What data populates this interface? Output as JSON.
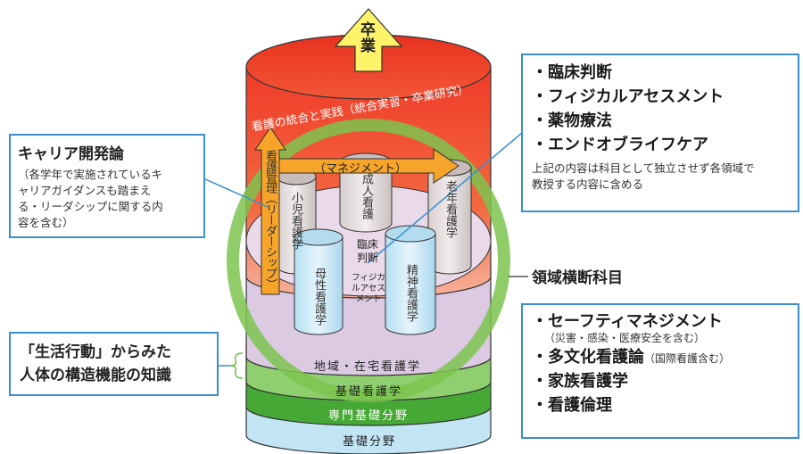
{
  "top_arrow": "卒業",
  "integration": "看護の統合と実践（統合実習・卒業研究）",
  "management_arrow": "（マネジメント）",
  "leadership_arrow": "看護管理（リーダーシップ）",
  "pillars": {
    "pediatric": "小児看護学",
    "adult": "成人看護",
    "gerontological": "老年看護学",
    "maternal": "母性看護学",
    "psychiatric": "精神看護学",
    "clinical_judgment": "臨床判断",
    "physical_assessment": "フィジカルアセスメント"
  },
  "layers": {
    "community": "地域・在宅看護学",
    "basic_nursing": "基礎看護学",
    "specialized_basic": "専門基礎分野",
    "basic_field": "基礎分野"
  },
  "career_box": {
    "title": "キャリア開発論",
    "lines": [
      "（各学年で実施されているキ",
      "ャリアガイダンスも踏まえ",
      "る・リーダシップに関する内",
      "容を含む）"
    ]
  },
  "lifestyle_box": {
    "lines": [
      "「生活行動」からみた",
      "人体の構造機能の知識"
    ]
  },
  "topics_box": {
    "items": [
      "・臨床判断",
      "・フィジカルアセスメント",
      "・薬物療法",
      "・エンドオブライフケア"
    ],
    "note_lines": [
      "上記の内容は科目として独立させず各領域で",
      "教授する内容に含める"
    ]
  },
  "cross_label": "領域横断科目",
  "cross_box": {
    "items": [
      {
        "label": "・セーフティマネジメント",
        "sub": "（災害・感染・医療安全を含む）"
      },
      {
        "label": "・多文化看護論",
        "inline": "（国際看護含む）"
      },
      {
        "label": "・家族看護学"
      },
      {
        "label": "・看護倫理"
      }
    ]
  },
  "colors": {
    "red_top": "#f0442c",
    "red_band": "#f6a38c",
    "purple": "#d7c3df",
    "green": "#6cbc45",
    "light_blue": "#bfe3f3",
    "arrow_orange": "#f6a52a",
    "arrow_yellow": "#fff36a",
    "box_border": "#3a8fcf"
  }
}
